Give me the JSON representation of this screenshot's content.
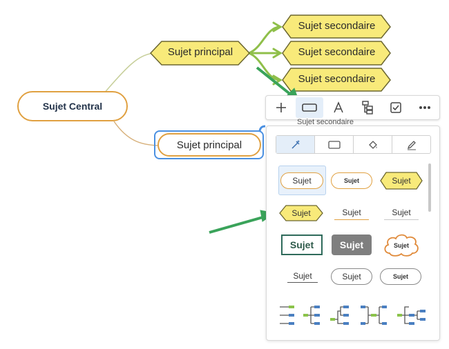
{
  "map": {
    "central_topic": "Sujet Central",
    "main_topic_top": "Sujet principal",
    "main_topic_bottom": "Sujet principal",
    "subtopics": [
      "Sujet secondaire",
      "Sujet secondaire",
      "Sujet secondaire"
    ]
  },
  "toolbar": {
    "buttons": [
      {
        "name": "add-icon"
      },
      {
        "name": "shape-icon",
        "active": true
      },
      {
        "name": "text-format-icon"
      },
      {
        "name": "structure-icon"
      },
      {
        "name": "task-icon"
      },
      {
        "name": "more-icon"
      }
    ],
    "tooltip": "Sujet secondaire"
  },
  "panel": {
    "tabs": [
      {
        "name": "style-magic-icon",
        "active": true
      },
      {
        "name": "shape-tab-icon"
      },
      {
        "name": "fill-icon"
      },
      {
        "name": "pen-icon"
      }
    ],
    "styles": {
      "row1": [
        "Sujet",
        "Sujet",
        "Sujet"
      ],
      "row2": [
        "Sujet",
        "Sujet",
        "Sujet"
      ],
      "row3": [
        "Sujet",
        "Sujet",
        "Sujet"
      ],
      "row4": [
        "Sujet",
        "Sujet",
        "Sujet"
      ]
    },
    "layouts": [
      "layout-list-icon",
      "layout-tree-icon",
      "layout-tree-left-icon",
      "layout-mindmap-icon",
      "layout-timeline-icon"
    ]
  },
  "colors": {
    "accent_orange": "#e0a040",
    "hex_fill": "#f8ea7a",
    "hex_border": "#6b6630",
    "branch_green": "#8fbf4a",
    "arrow_green": "#3aa35a",
    "selection_blue": "#4a90e2"
  }
}
